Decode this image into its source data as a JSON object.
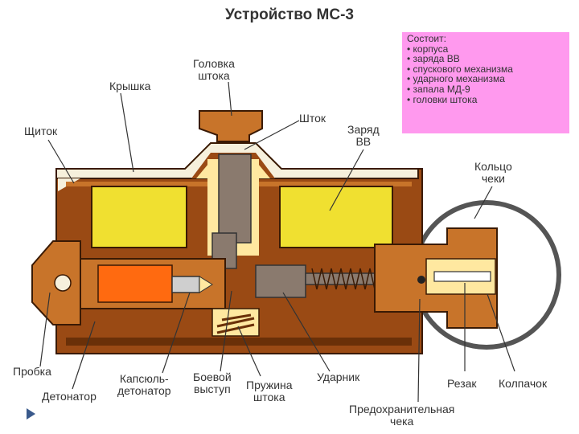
{
  "title": "Устройство МС-3",
  "legend": {
    "heading": "Состоит:",
    "items": [
      "корпуса",
      "заряда ВВ",
      "спускового механизма",
      "ударного механизма",
      "запала МД-9",
      "головки штока"
    ]
  },
  "labels": {
    "golovka_line1": "Головка",
    "golovka_line2": "штока",
    "kryshka": "Крышка",
    "shtok": "Шток",
    "shitok": "Щиток",
    "zaryad_line1": "Заряд",
    "zaryad_line2": "ВВ",
    "kolco_line1": "Кольцо",
    "kolco_line2": "чеки",
    "probka": "Пробка",
    "detonator": "Детонатор",
    "kapsul_line1": "Капсюль-",
    "kapsul_line2": "детонатор",
    "boevoy_line1": "Боевой",
    "boevoy_line2": "выступ",
    "pruzhina_line1": "Пружина",
    "pruzhina_line2": "штока",
    "udarnik": "Ударник",
    "rezak": "Резак",
    "kolpachok": "Колпачок",
    "cheka_line1": "Предохранительная",
    "cheka_line2": "чека"
  },
  "colors": {
    "body_brown": "#9a4a14",
    "body_dark": "#6a3008",
    "light_brown": "#c8742a",
    "charge_yellow": "#f0e030",
    "detonator_orange": "#ff6a10",
    "cream": "#ffe8a0",
    "steel": "#8a7a6e",
    "legend_bg": "#ff99ee"
  }
}
